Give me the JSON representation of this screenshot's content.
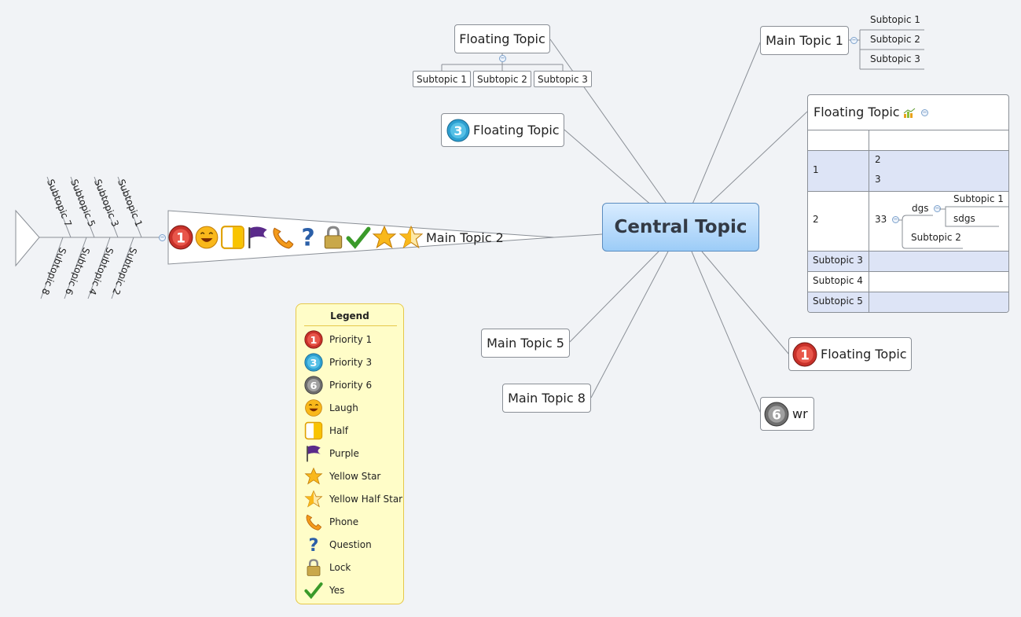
{
  "central": {
    "label": "Central Topic"
  },
  "main_topic_1": {
    "label": "Main Topic 1",
    "subtopics": [
      "Subtopic 1",
      "Subtopic 2",
      "Subtopic 3"
    ]
  },
  "floating_top": {
    "label": "Floating Topic",
    "subtopics": [
      "Subtopic 1",
      "Subtopic 2",
      "Subtopic 3"
    ]
  },
  "floating_3": {
    "label": "Floating Topic",
    "icon": "priority-3-icon"
  },
  "main_topic_2": {
    "label": "Main Topic 2",
    "icons": [
      "priority-1-icon",
      "laugh-icon",
      "half-icon",
      "purple-flag-icon",
      "phone-icon",
      "question-icon",
      "lock-icon",
      "yes-icon",
      "yellow-star-icon",
      "yellow-half-star-icon"
    ]
  },
  "fishbone": {
    "top": [
      "Subtopic 7",
      "Subtopic 5",
      "Subtopic 3",
      "Subtopic 1"
    ],
    "bottom": [
      "Subtopic 8",
      "Subtopic 6",
      "Subtopic 4",
      "Subtopic 2"
    ]
  },
  "main_topic_5": {
    "label": "Main Topic 5"
  },
  "main_topic_8": {
    "label": "Main Topic 8"
  },
  "floating_table": {
    "label": "Floating Topic",
    "rows": {
      "r1": {
        "col1": "1",
        "col2_a": "2",
        "col2_b": "3"
      },
      "r2": {
        "col1": "2",
        "col2": "33",
        "dgs": "dgs",
        "sub1": "Subtopic 1",
        "sdgs": "sdgs",
        "sub2": "Subtopic 2"
      },
      "r3": {
        "col1": "Subtopic 3"
      },
      "r4": {
        "col1": "Subtopic 4"
      },
      "r5": {
        "col1": "Subtopic 5"
      }
    }
  },
  "floating_1": {
    "label": "Floating Topic",
    "icon": "priority-1-icon"
  },
  "wr": {
    "label": "wr",
    "icon": "priority-6-icon"
  },
  "legend": {
    "title": "Legend",
    "items": [
      "Priority 1",
      "Priority 3",
      "Priority 6",
      "Laugh",
      "Half",
      "Purple",
      "Yellow Star",
      "Yellow Half Star",
      "Phone",
      "Question",
      "Lock",
      "Yes"
    ]
  },
  "colors": {
    "central_fill": "#9cccf7",
    "table_alt_row": "#dde4f6",
    "legend_fill": "#fffdc8",
    "connector": "#8a8f96"
  }
}
